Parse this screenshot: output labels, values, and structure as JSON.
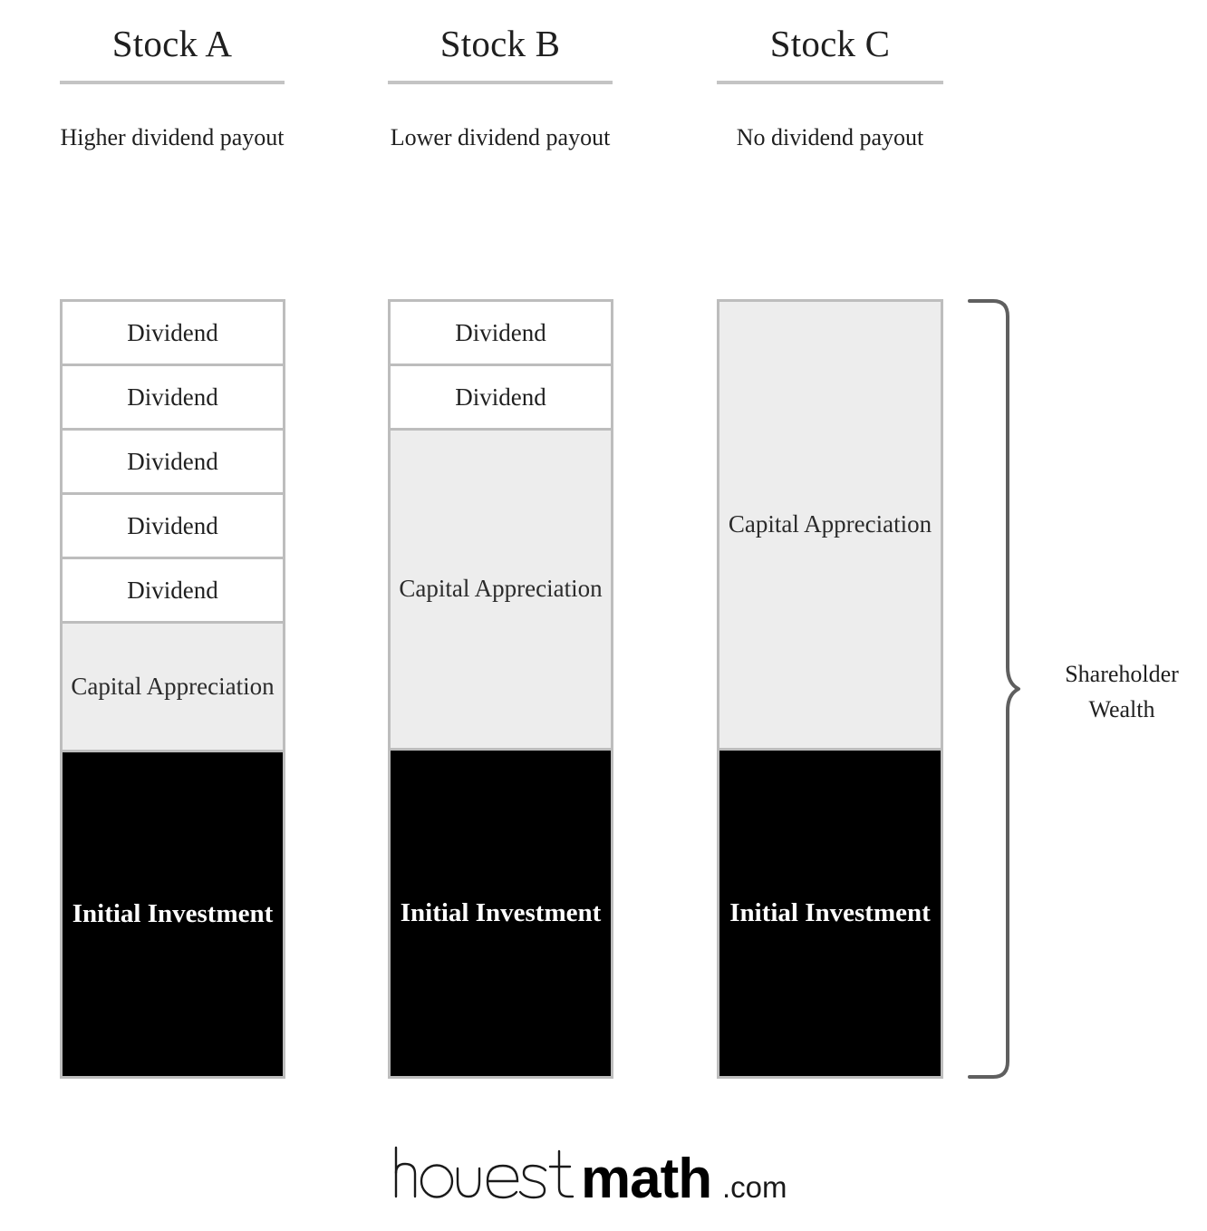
{
  "chart_data": {
    "type": "bar",
    "title": "",
    "subtitle": "",
    "xlabel": "",
    "ylabel": "",
    "grid": false,
    "legend_position": "none",
    "stacked": true,
    "categories": [
      "Stock A",
      "Stock B",
      "Stock C"
    ],
    "segment_order_bottom_to_top": [
      "Initial Investment",
      "Capital Appreciation",
      "Dividend"
    ],
    "annotation": "Shareholder Wealth",
    "series": [
      {
        "name": "Initial Investment",
        "values": [
          357,
          357,
          357
        ]
      },
      {
        "name": "Capital Appreciation",
        "values": [
          142,
          353,
          495
        ]
      },
      {
        "name": "Dividend (each, count)",
        "values": [
          71,
          71,
          0
        ],
        "counts": [
          5,
          2,
          0
        ]
      }
    ]
  },
  "columns": [
    {
      "id": "stock-a",
      "title": "Stock A",
      "subtitle": "Higher dividend payout",
      "dividend_count": 5,
      "dividend_label": "Dividend",
      "capital_label": "Capital Appreciation",
      "initial_label": "Initial Investment"
    },
    {
      "id": "stock-b",
      "title": "Stock B",
      "subtitle": "Lower dividend payout",
      "dividend_count": 2,
      "dividend_label": "Dividend",
      "capital_label": "Capital Appreciation",
      "initial_label": "Initial Investment"
    },
    {
      "id": "stock-c",
      "title": "Stock C",
      "subtitle": "No dividend payout",
      "dividend_count": 0,
      "dividend_label": "Dividend",
      "capital_label": "Capital Appreciation",
      "initial_label": "Initial Investment"
    }
  ],
  "bracket": {
    "label_line1": "Shareholder",
    "label_line2": "Wealth"
  },
  "logo": {
    "part1": "ho",
    "part_glyph": "ʌ",
    "part2": "est",
    "part_bold": "math",
    "part_tld": ".com"
  },
  "colors": {
    "segment_border": "#bdbdbd",
    "capital_fill": "#ededed",
    "initial_fill": "#000000",
    "rule": "#c4c4c4",
    "bracket": "#5f5f5f",
    "text": "#1f1f1f"
  }
}
